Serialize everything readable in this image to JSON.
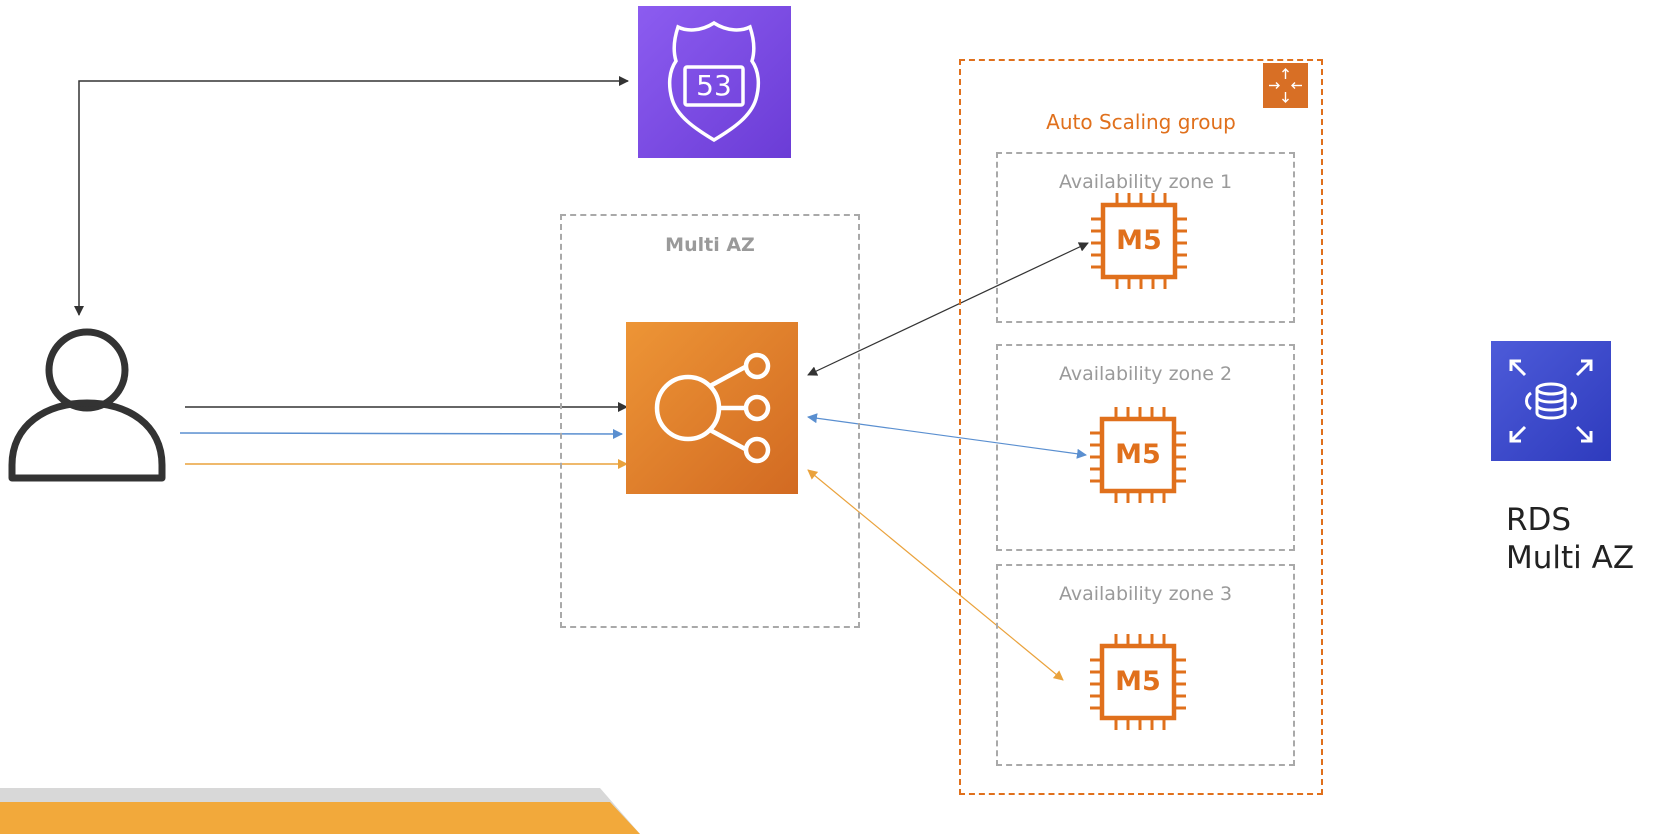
{
  "route53": {
    "label": "53"
  },
  "multi_az": {
    "label": "Multi AZ"
  },
  "asg": {
    "label": "Auto Scaling group"
  },
  "zones": [
    {
      "label": "Availability zone 1",
      "instance": "M5"
    },
    {
      "label": "Availability zone 2",
      "instance": "M5"
    },
    {
      "label": "Availability zone 3",
      "instance": "M5"
    }
  ],
  "rds": {
    "line1": "RDS",
    "line2": "Multi AZ"
  },
  "colors": {
    "route53": "#7b4be6",
    "elb": "#e07b25",
    "asg": "#e0701c",
    "ec2": "#e0701c",
    "rds": "#3b48cc",
    "arrow_black": "#333333",
    "arrow_blue": "#5a8fd0",
    "arrow_orange": "#eaa23c",
    "footer_orange": "#f2a93b",
    "footer_gray": "#d8d8d8"
  }
}
